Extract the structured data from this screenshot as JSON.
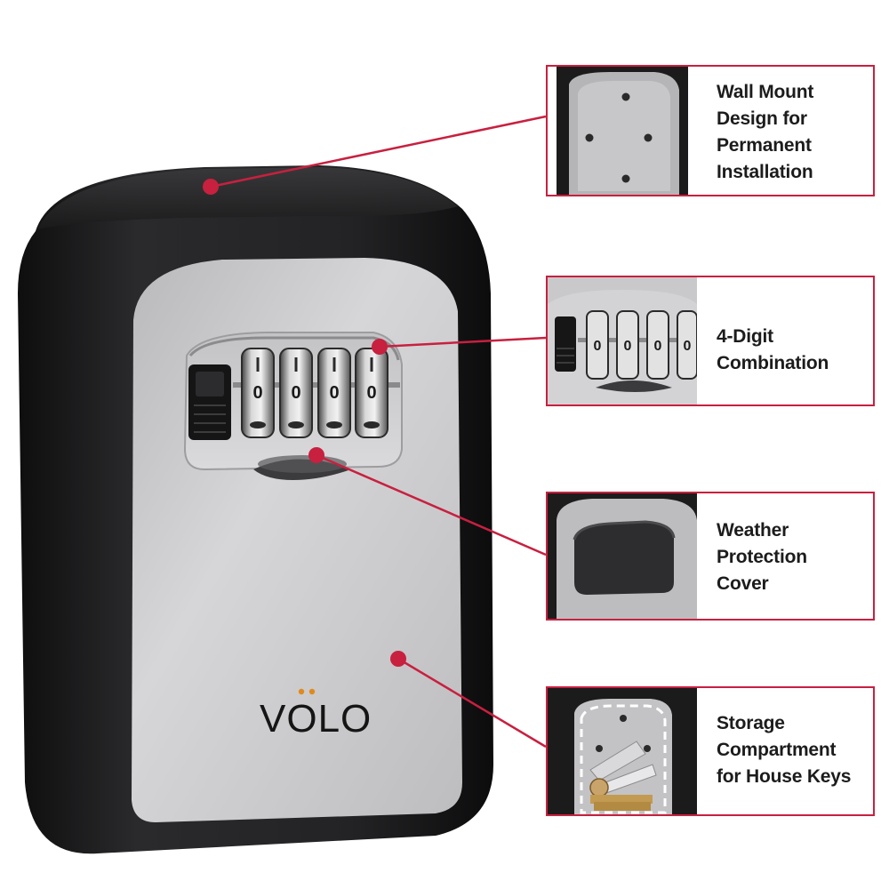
{
  "product": {
    "brand": "VOLO"
  },
  "callouts": [
    {
      "lines": [
        "Wall Mount",
        "Design for",
        "Permanent",
        "Installation"
      ]
    },
    {
      "lines": [
        "4-Digit",
        "Combination"
      ]
    },
    {
      "lines": [
        "Weather",
        "Protection",
        "Cover"
      ]
    },
    {
      "lines": [
        "Storage",
        "Compartment",
        "for House Keys"
      ]
    }
  ],
  "dials": [
    "0",
    "0",
    "0",
    "0"
  ],
  "colors": {
    "accent": "#c8203f",
    "body_black": "#1f1f21",
    "face_silver": "#c9c9c9"
  },
  "icons": [
    "lock-box-image",
    "callout-dot-icon",
    "key-image"
  ]
}
